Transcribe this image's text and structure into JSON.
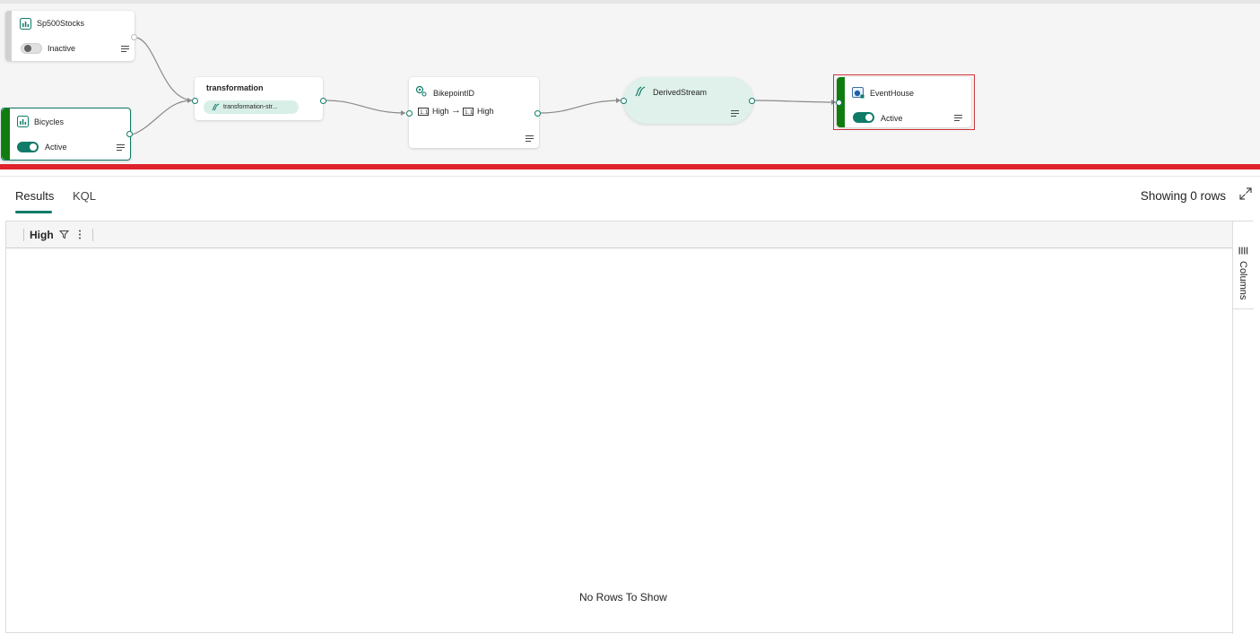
{
  "canvas": {
    "nodes": {
      "sp500": {
        "title": "Sp500Stocks",
        "status": "Inactive",
        "icon": "bar-chart-icon"
      },
      "bicycles": {
        "title": "Bicycles",
        "status": "Active",
        "icon": "bar-chart-icon"
      },
      "transformation": {
        "title": "transformation",
        "chip": "transformation-str...",
        "icon": "stream-icon"
      },
      "bikepoint": {
        "title": "BikepointID",
        "input_col": "High",
        "output_col": "High",
        "icon": "gear-icon",
        "arrow": "→"
      },
      "derived": {
        "title": "DerivedStream",
        "icon": "stream-icon"
      },
      "eventhouse": {
        "title": "EventHouse",
        "status": "Active",
        "icon": "eventhouse-icon"
      }
    }
  },
  "results": {
    "tabs": [
      {
        "label": "Results",
        "active": true
      },
      {
        "label": "KQL",
        "active": false
      }
    ],
    "showing": "Showing 0 rows",
    "columns": [
      {
        "name": "High"
      }
    ],
    "side_panel_label": "Columns",
    "empty_message": "No Rows To Show"
  },
  "colors": {
    "accent": "#0f7b68",
    "active_strip": "#107c10",
    "selection_border": "#d13438",
    "divider_bar": "#e0222b"
  }
}
